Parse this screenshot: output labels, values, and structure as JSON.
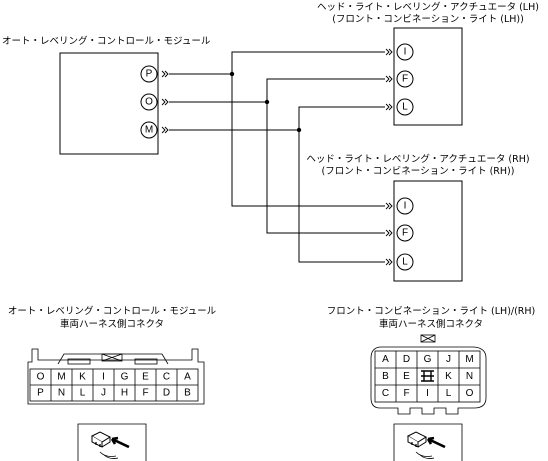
{
  "modules": {
    "control_module": {
      "title": "オート・レベリング・コントロール・モジュール",
      "pins": [
        "P",
        "O",
        "M"
      ]
    },
    "actuator_lh": {
      "title_line1": "ヘッド・ライト・レベリング・アクチュエータ (LH)",
      "title_line2": "(フロント・コンビネーション・ライト (LH))",
      "pins": [
        "I",
        "F",
        "L"
      ]
    },
    "actuator_rh": {
      "title_line1": "ヘッド・ライト・レベリング・アクチュエータ (RH)",
      "title_line2": "(フロント・コンビネーション・ライト (RH))",
      "pins": [
        "I",
        "F",
        "L"
      ]
    }
  },
  "connectors": {
    "module_connector": {
      "title_line1": "オート・レベリング・コントロール・モジュール",
      "title_line2": "車両ハーネス側コネクタ",
      "row1": [
        "O",
        "M",
        "K",
        "I",
        "G",
        "E",
        "C",
        "A"
      ],
      "row2": [
        "P",
        "N",
        "L",
        "J",
        "H",
        "F",
        "D",
        "B"
      ]
    },
    "light_connector": {
      "title_line1": "フロント・コンビネーション・ライト (LH)/(RH)",
      "title_line2": "車両ハーネス側コネクタ",
      "row1": [
        "A",
        "D",
        "G",
        "J",
        "M"
      ],
      "row2": [
        "B",
        "E",
        "",
        "K",
        "N"
      ],
      "row3": [
        "C",
        "F",
        "I",
        "L",
        "O"
      ]
    }
  }
}
